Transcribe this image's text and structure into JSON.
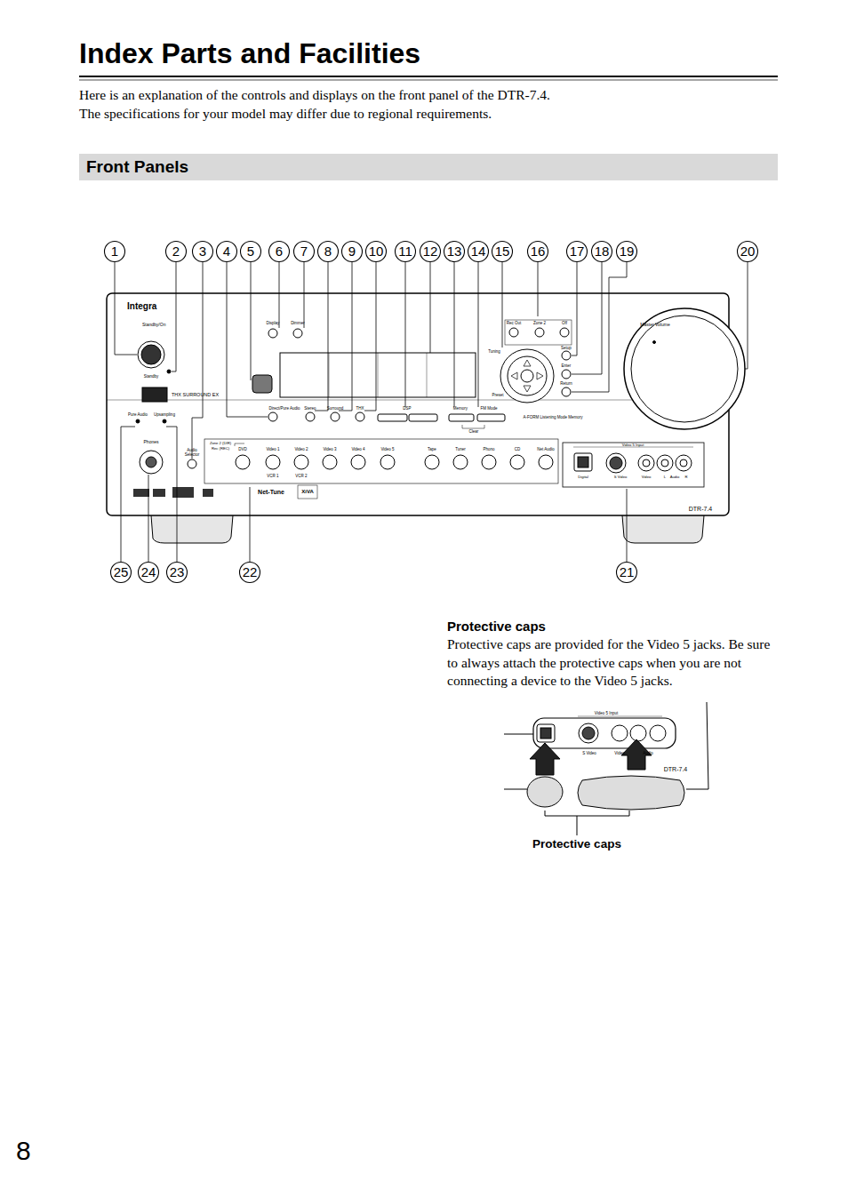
{
  "diagram": {
    "title": "Index Parts and Facilities",
    "nodes": [
      {
        "text": [
          "Front Panels"
        ]
      }
    ],
    "labels": [
      "Here is an explanation of the controls and displays on the front panel of the DTR-7.4.",
      "The specifications for your model may differ due to regional requirements.",
      "1",
      "2",
      "3",
      "4",
      "5",
      "6",
      "7",
      "8",
      "9",
      "10",
      "11",
      "12",
      "13",
      "14",
      "15",
      "16",
      "17",
      "18",
      "19",
      "20",
      "25",
      "24",
      "23",
      "22",
      "21",
      "Integra",
      "Standby/On",
      "Standby",
      "THX SURROUND EX",
      "Display",
      "Dimmer",
      "Rec Out",
      "Zone 2",
      "Off",
      "Master Volume",
      "Tuning",
      "Preset",
      "Setup",
      "Enter",
      "Return",
      "Direct/Pure Audio",
      "Stereo",
      "Surround",
      "THX",
      "DSP",
      "Memory",
      "FM Mode",
      "Clear",
      "A-FORM Listening Mode Memory",
      "Pure Audio",
      "Upsampling",
      "Phones",
      "Audio Selector",
      "Zone 2 (DIR)",
      "Rec (REC)",
      "DVD",
      "Video 1",
      "Video 2",
      "Video 3",
      "Video 4",
      "Video 5",
      "Tape",
      "Tuner",
      "Phono",
      "CD",
      "Net Audio",
      "VCR 1",
      "VCR 2",
      "Video 5 Input",
      "Digital",
      "S Video",
      "Video",
      "L",
      "Audio",
      "R",
      "DTR-7.4",
      "Net-Tune",
      "XiVA",
      "Protective caps",
      "Protective caps are provided for the Video 5 jacks. Be sure to always attach the protective caps when you are not connecting a device to the Video 5 jacks.",
      "Video 5 Input",
      "S Video",
      "Video",
      "Audio",
      "DTR-7.4",
      "Protective caps",
      "8"
    ]
  }
}
